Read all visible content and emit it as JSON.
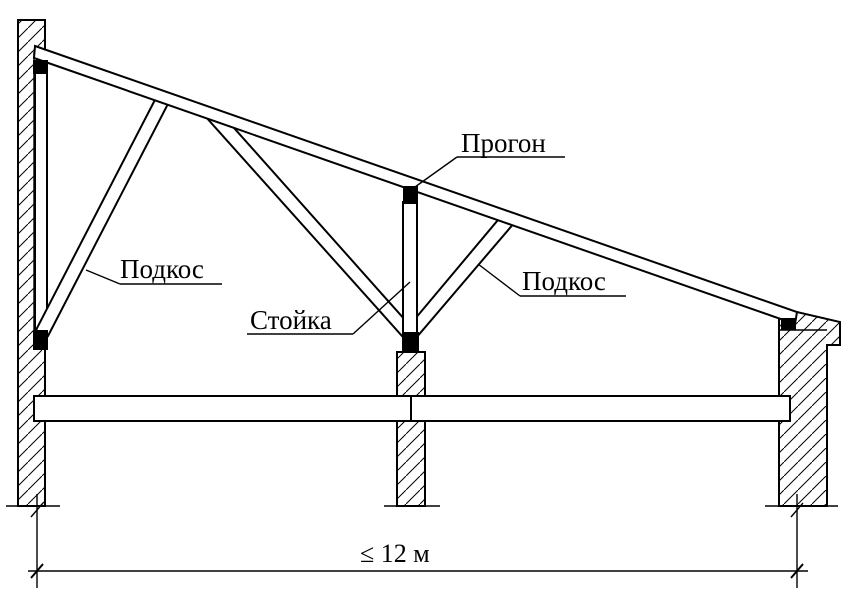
{
  "labels": {
    "purlin": "Прогон",
    "strut_left": "Подкос",
    "strut_right": "Подкос",
    "post": "Стойка"
  },
  "dimension": {
    "span": "≤ 12 м"
  }
}
